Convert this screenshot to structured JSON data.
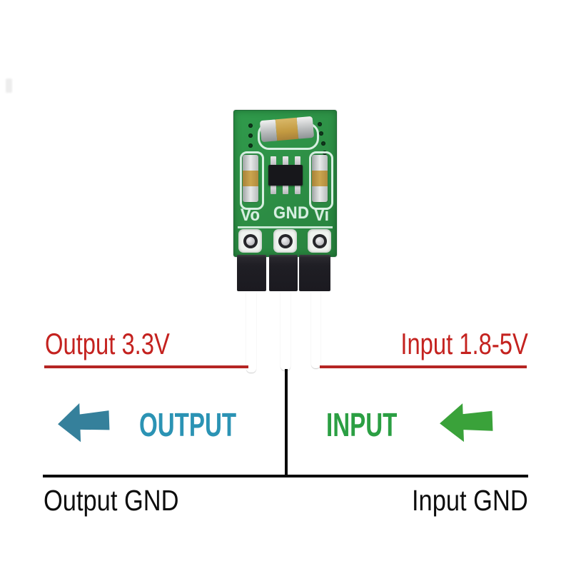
{
  "pcb": {
    "silkscreen": {
      "vo": "Vo",
      "gnd": "GND",
      "vi": "Vi"
    },
    "board_color": "#2e9046",
    "silk_color": "#d7efe1"
  },
  "annotations": {
    "output_voltage": "Output 3.3V",
    "input_voltage": "Input 1.8-5V",
    "output_direction": "OUTPUT",
    "input_direction": "INPUT",
    "output_ground": "Output GND",
    "input_ground": "Input GND",
    "red": "#c4221f",
    "teal_text": "#2b93b4",
    "teal_arrow": "#35809b",
    "green_text": "#2b9f43",
    "green_arrow": "#3aa23a",
    "line_red": "#b52523",
    "line_black": "#0a0a0a"
  },
  "icons": {
    "output_arrow": "arrow-left",
    "input_arrow": "arrow-left"
  }
}
